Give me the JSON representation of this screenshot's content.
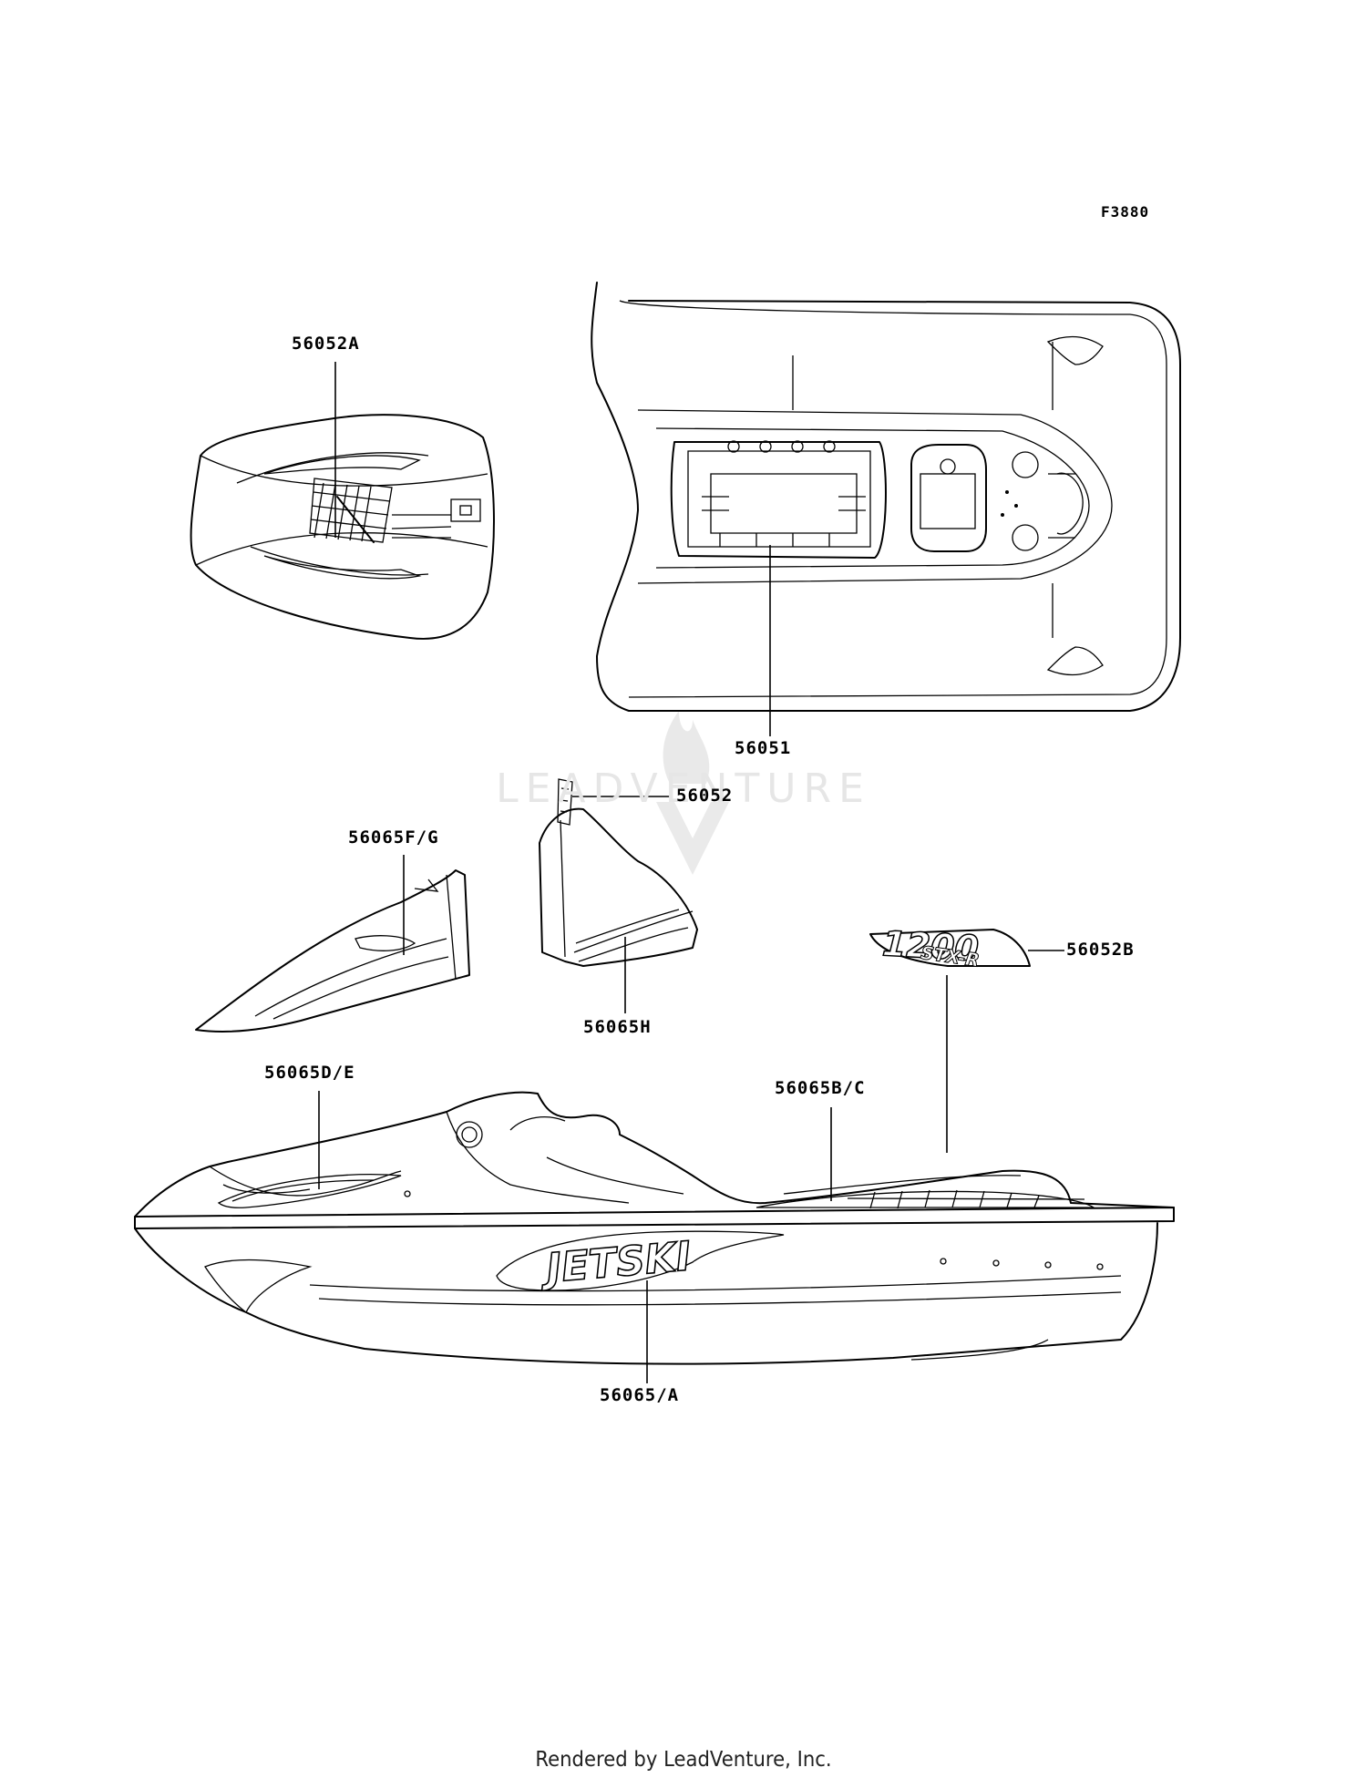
{
  "drawing_code": "F3880",
  "watermark": "LEADVENTURE",
  "footer": "Rendered by LeadVenture, Inc.",
  "callouts": {
    "c56052A": "56052A",
    "c56051": "56051",
    "c56052": "56052",
    "c56065FG": "56065F/G",
    "c56065H": "56065H",
    "c56052B": "56052B",
    "c56065DE": "56065D/E",
    "c56065BC": "56065B/C",
    "c56065A": "56065/A"
  },
  "decals": {
    "jetski_logo": "JETSKI",
    "model_logo_top": "1200",
    "model_logo_bottom": "STX-R"
  }
}
